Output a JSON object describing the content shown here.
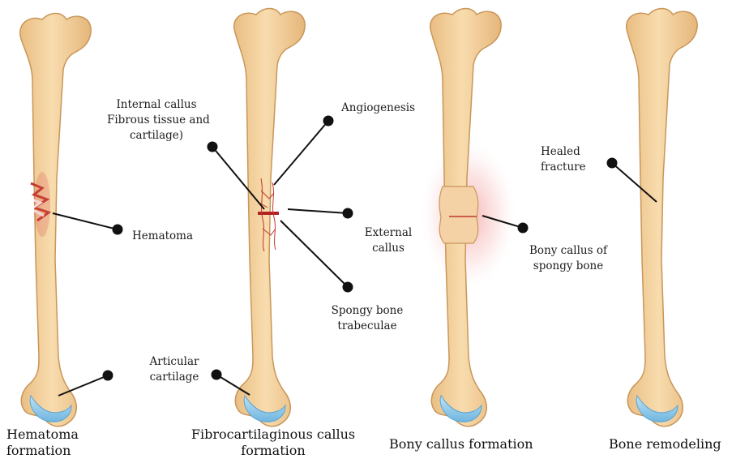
{
  "stages": [
    {
      "caption": "Hematoma\nformation"
    },
    {
      "caption": "Fibrocartilaginous callus\nformation"
    },
    {
      "caption": "Bony callus formation"
    },
    {
      "caption": "Bone remodeling"
    }
  ],
  "labels": {
    "hematoma": "Hematoma",
    "articular_cartilage": "Articular\ncartilage",
    "internal_callus": "Internal callus\nFibrous tissue and\ncartilage)",
    "angiogenesis": "Angiogenesis",
    "external_callus": "External\ncallus",
    "spongy_bone_trabeculae": "Spongy bone\ntrabeculae",
    "bony_callus_spongy": "Bony callus of\nspongy bone",
    "healed_fracture": "Healed\nfracture"
  },
  "colors": {
    "bone_fill": "#f3cf9c",
    "bone_outline": "#c9965a",
    "cartilage": "#8ec9ea",
    "hematoma": "#c0392b",
    "callus_glow": "#f6a0a0"
  }
}
